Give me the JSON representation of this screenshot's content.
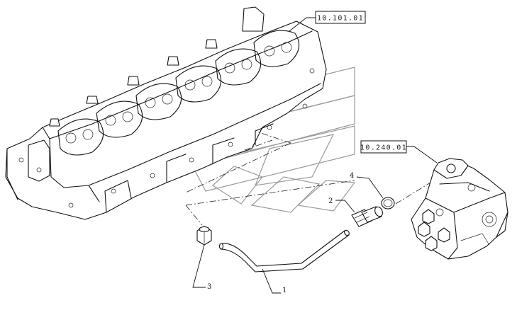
{
  "references": {
    "cylinder_head": "10.101.01",
    "injection_pump": "10.240.01"
  },
  "callouts": {
    "pipe": "1",
    "union_fitting": "2",
    "plug": "3",
    "seal_ring": "4"
  }
}
